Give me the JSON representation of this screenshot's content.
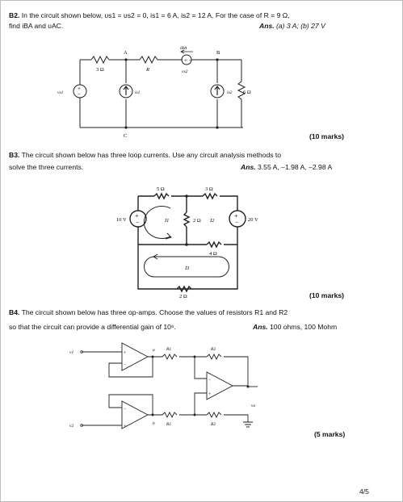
{
  "b2": {
    "number": "B2.",
    "line1": "In the circuit shown below, υs1 = υs2 = 0, is1 = 6 A, is2 = 12 A. For the case of R = 9 Ω,",
    "line2": "find iBA and υAC.",
    "ans_label": "Ans.",
    "ans_value": "(a) 3 A; (b) 27 V",
    "marks": "(10 marks)",
    "circuit": {
      "r1": "3 Ω",
      "r": "R",
      "r6": "6 Ω",
      "node_a": "A",
      "node_b": "B",
      "node_c": "C",
      "i_ba": "iBA",
      "vs1": "vs1",
      "vs2": "vs2",
      "is1": "is1",
      "is2": "is2"
    }
  },
  "b3": {
    "number": "B3.",
    "line1": "The circuit shown below has three loop currents. Use any circuit analysis methods to",
    "line2": "solve the three currents.",
    "ans_label": "Ans.",
    "ans_value": "3.55 A, –1.98 A, –2.98 A",
    "marks": "(10 marks)",
    "circuit": {
      "r_top_left": "5 Ω",
      "r_top_right": "3 Ω",
      "r_mid": "2 Ω",
      "r_right": "4 Ω",
      "r_bottom": "2 Ω",
      "v_left": "10 V",
      "v_right": "20 V",
      "i1": "I1",
      "i2": "I2",
      "i3": "I3"
    }
  },
  "b4": {
    "number": "B4.",
    "line1": "The circuit shown below has three op-amps. Choose the values of resistors R1 and R2",
    "line2": "so that the circuit can provide a differential gain of 10⁶.",
    "ans_label": "Ans.",
    "ans_value": "100 ohms, 100 Mohm",
    "marks": "(5 marks)",
    "circuit": {
      "v1": "v1",
      "v2": "v2",
      "vo": "vo",
      "r1": "R1",
      "r2": "R2",
      "node_a": "a",
      "node_b": "b"
    }
  },
  "page_number": "4/5"
}
